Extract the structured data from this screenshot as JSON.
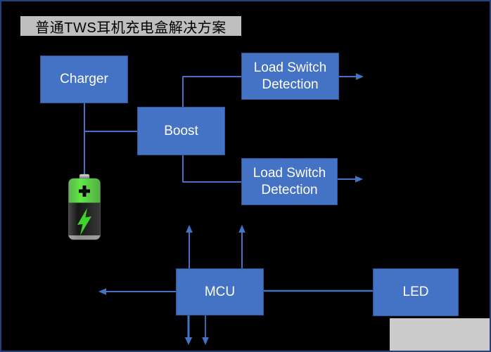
{
  "title": {
    "text": "普通TWS耳机充电盒解决方案"
  },
  "blocks": {
    "charger": {
      "label": "Charger"
    },
    "boost": {
      "label": "Boost"
    },
    "load_switch_detection_top": {
      "label": "Load Switch Detection"
    },
    "load_switch_detection_bottom": {
      "label": "Load Switch Detection"
    },
    "mcu": {
      "label": "MCU"
    },
    "led": {
      "label": "LED"
    }
  },
  "icons": {
    "battery": "battery-charging-icon"
  },
  "colors": {
    "background": "#000000",
    "canvas_border": "#24417E",
    "block_fill": "#4472C4",
    "block_border": "#2F5597",
    "connector": "#4472C4",
    "title_bg": "#BFBFBF",
    "title_text": "#000000",
    "block_text": "#FFFFFF",
    "gray_box": "#CBCBCB",
    "battery_green": "#3FD42A",
    "battery_body": "#0B0B0B"
  }
}
